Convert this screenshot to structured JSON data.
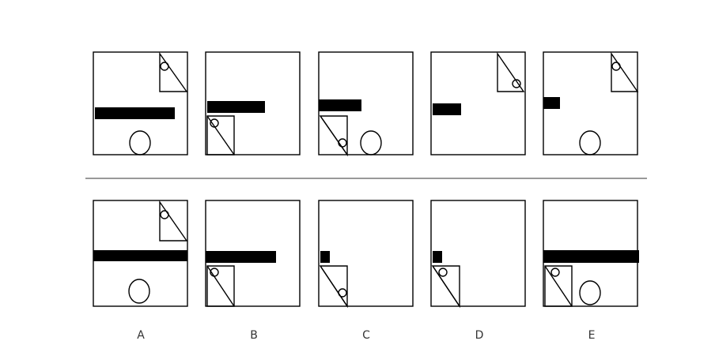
{
  "colors": {
    "ink": "#000000",
    "divider": "#999999"
  },
  "answer_labels": [
    "A",
    "B",
    "C",
    "D",
    "E"
  ]
}
